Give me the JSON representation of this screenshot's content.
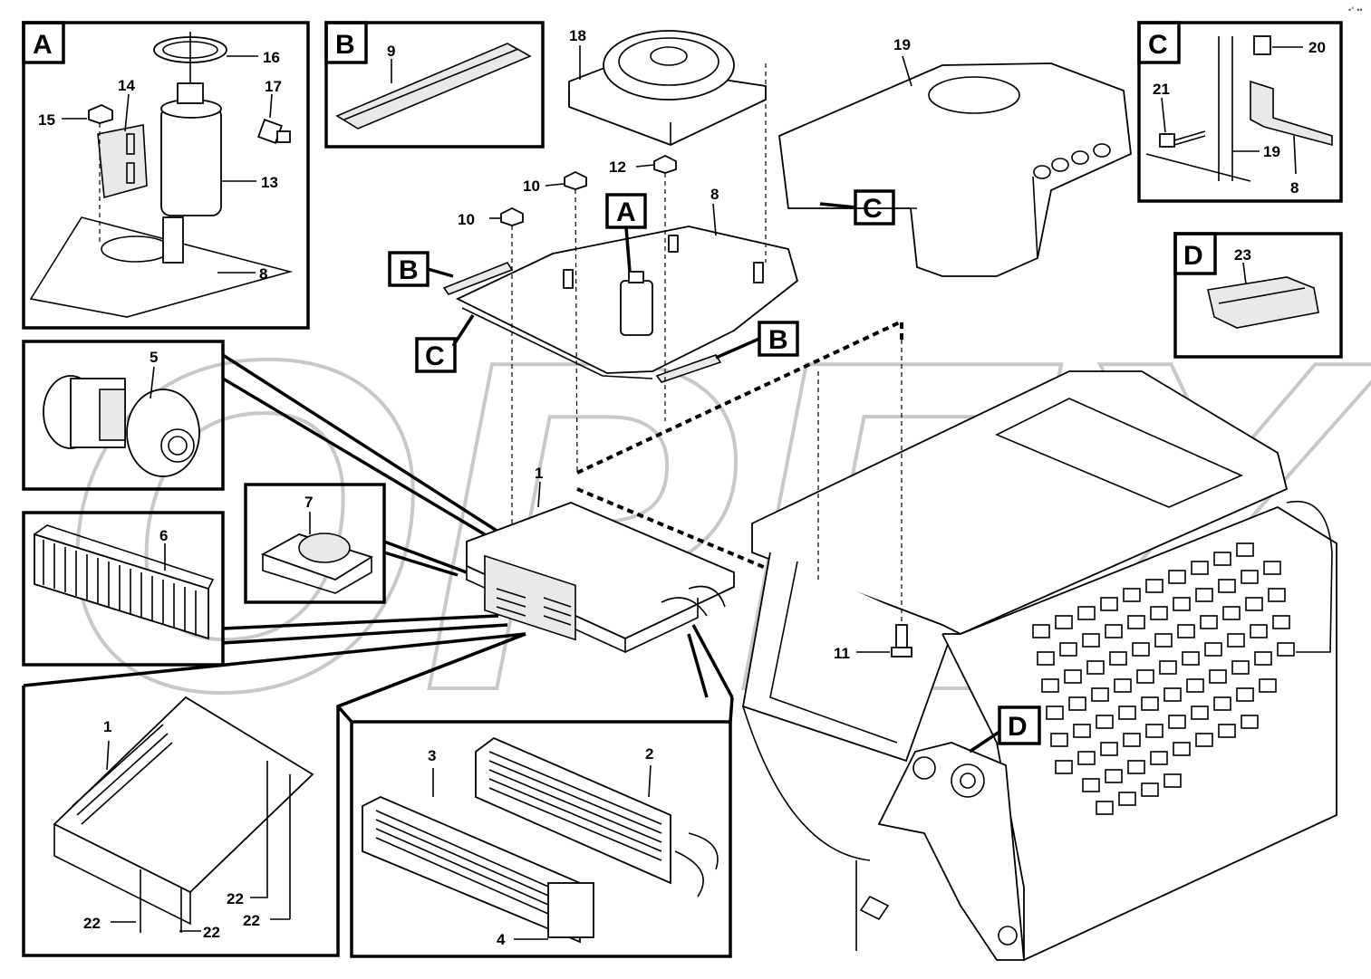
{
  "watermark": "OPEX",
  "corner_mark": "•° ••",
  "detail_boxes": {
    "A": "A",
    "B": "B",
    "C": "C",
    "D": "D"
  },
  "callouts": {
    "A_main": "A",
    "B_left": "B",
    "B_right": "B",
    "C_left": "C",
    "C_top": "C",
    "D_main": "D"
  },
  "part_numbers": {
    "p1": "1",
    "p1b": "1",
    "p2": "2",
    "p3": "3",
    "p4": "4",
    "p5": "5",
    "p6": "6",
    "p7": "7",
    "p8a": "8",
    "p8b": "8",
    "p8c": "8",
    "p9": "9",
    "p10a": "10",
    "p10b": "10",
    "p11": "11",
    "p12": "12",
    "p13": "13",
    "p14": "14",
    "p15": "15",
    "p16": "16",
    "p17": "17",
    "p18": "18",
    "p19a": "19",
    "p19b": "19",
    "p20": "20",
    "p21": "21",
    "p22a": "22",
    "p22b": "22",
    "p22c": "22",
    "p22d": "22",
    "p23": "23"
  }
}
